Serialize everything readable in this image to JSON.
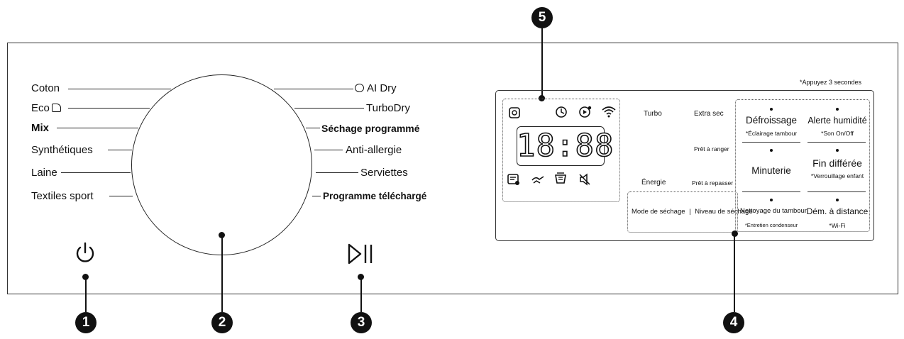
{
  "callouts": [
    "1",
    "2",
    "3",
    "4",
    "5"
  ],
  "programs_left": [
    "Coton",
    "Eco",
    "Mix",
    "Synthétiques",
    "Laine",
    "Textiles sport"
  ],
  "programs_right": [
    "AI Dry",
    "TurboDry",
    "Séchage programmé",
    "Anti-allergie",
    "Serviettes",
    "Programme téléchargé"
  ],
  "icons": {
    "power": "power-icon",
    "start_pause": "play-pause-icon",
    "eco": "eco-leaf-icon",
    "ai": "ai-brain-icon"
  },
  "display": {
    "digits": "18:88",
    "hold_note": "*Appuyez 3 secondes",
    "top_icons": [
      "child-lock-icon",
      "clock-icon",
      "smart-control-icon",
      "wifi-icon"
    ],
    "bottom_icons": [
      "filter-icon",
      "water-icon",
      "drum-icon",
      "mute-icon"
    ]
  },
  "mid_labels": {
    "turbo": "Turbo",
    "extra_sec": "Extra sec",
    "pret_ranger": "Prêt à ranger",
    "energie": "Énergie",
    "pret_repasser": "Prêt à repasser",
    "mode_sechage": "Mode de séchage",
    "niveau_sechage": "Niveau de séchage",
    "divider": "|"
  },
  "options": [
    {
      "label": "Défroissage",
      "sub": "*Éclairage tambour"
    },
    {
      "label": "Alerte humidité",
      "sub": "*Son On/Off"
    },
    {
      "label": "Minuterie",
      "sub": ""
    },
    {
      "label": "Fin différée",
      "sub": "*Verrouillage enfant"
    },
    {
      "label": "Nettoyage du tambour",
      "sub": "*Entretien condenseur"
    },
    {
      "label": "Dém. à distance",
      "sub": "*Wi-Fi"
    }
  ]
}
